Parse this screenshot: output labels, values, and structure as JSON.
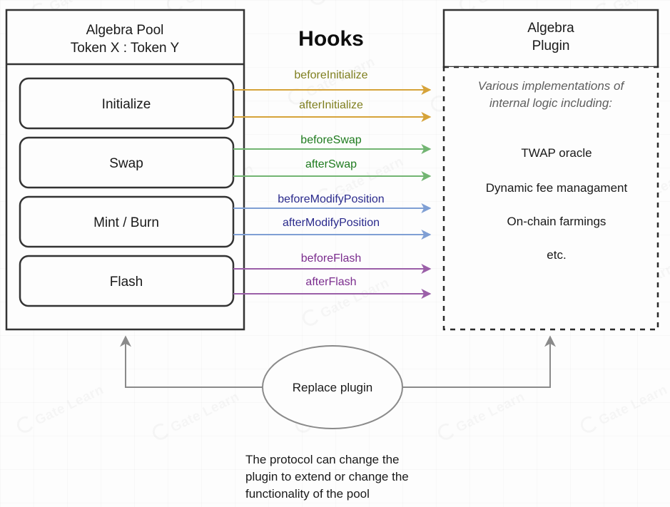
{
  "diagram": {
    "title": "Hooks",
    "background_color": "#fdfdfd",
    "watermark_text": "Gate Learn"
  },
  "pool": {
    "header_line1": "Algebra Pool",
    "header_line2": "Token X : Token Y",
    "border_color": "#333333",
    "operations": [
      {
        "label": "Initialize",
        "accent": "#c9a227"
      },
      {
        "label": "Swap",
        "accent": "#4a9e4a"
      },
      {
        "label": "Mint / Burn",
        "accent": "#6f8fc4"
      },
      {
        "label": "Flash",
        "accent": "#9b5fa8"
      }
    ]
  },
  "hooks": [
    {
      "before": "beforeInitialize",
      "after": "afterInitialize",
      "text_color": "#7f7f1f",
      "arrow_color": "#d6a339"
    },
    {
      "before": "beforeSwap",
      "after": "afterSwap",
      "text_color": "#1e7b1e",
      "arrow_color": "#72b572"
    },
    {
      "before": "beforeModifyPosition",
      "after": "afterModifyPosition",
      "text_color": "#2a2a8c",
      "arrow_color": "#7f9fd4"
    },
    {
      "before": "beforeFlash",
      "after": "afterFlash",
      "text_color": "#7b2d8e",
      "arrow_color": "#9b5fa8"
    }
  ],
  "plugin": {
    "header_line1": "Algebra",
    "header_line2": "Plugin",
    "note_line1": "Various implementations of",
    "note_line2": "internal logic including:",
    "items": [
      "TWAP oracle",
      "Dynamic fee managament",
      "On-chain farmings",
      "etc."
    ],
    "border_color": "#333333",
    "dashed_border_color": "#2b2b2b"
  },
  "replace": {
    "ellipse_label": "Replace plugin",
    "stroke_color": "#8a8a8a",
    "caption": [
      "The protocol can change the",
      "plugin to extend or change the",
      "functionality of the pool"
    ]
  }
}
